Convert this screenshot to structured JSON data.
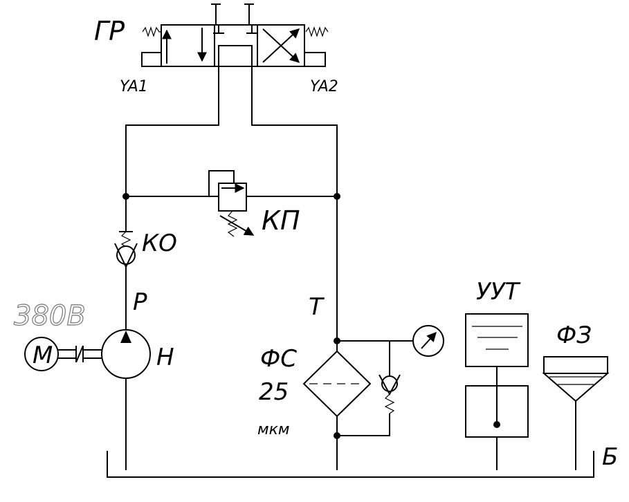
{
  "labels": {
    "valve": "ГР",
    "solenoid_left": "YA1",
    "solenoid_right": "YA2",
    "relief_valve": "КП",
    "check_valve": "КО",
    "pressure_port": "P",
    "tank_port": "T",
    "pump": "Н",
    "voltage": "380В",
    "motor": "M",
    "filter": "ФС",
    "filter_rating": "25",
    "filter_unit": "мкм",
    "level_indicator": "УУТ",
    "filler": "ФЗ",
    "reservoir": "Б"
  },
  "icons": {
    "motor": "motor-icon",
    "pump": "pump-icon",
    "gauge": "pressure-gauge-icon",
    "filter": "filter-icon",
    "check_valve": "check-valve-icon",
    "relief_valve": "relief-valve-icon",
    "directional_valve": "directional-valve-icon"
  }
}
